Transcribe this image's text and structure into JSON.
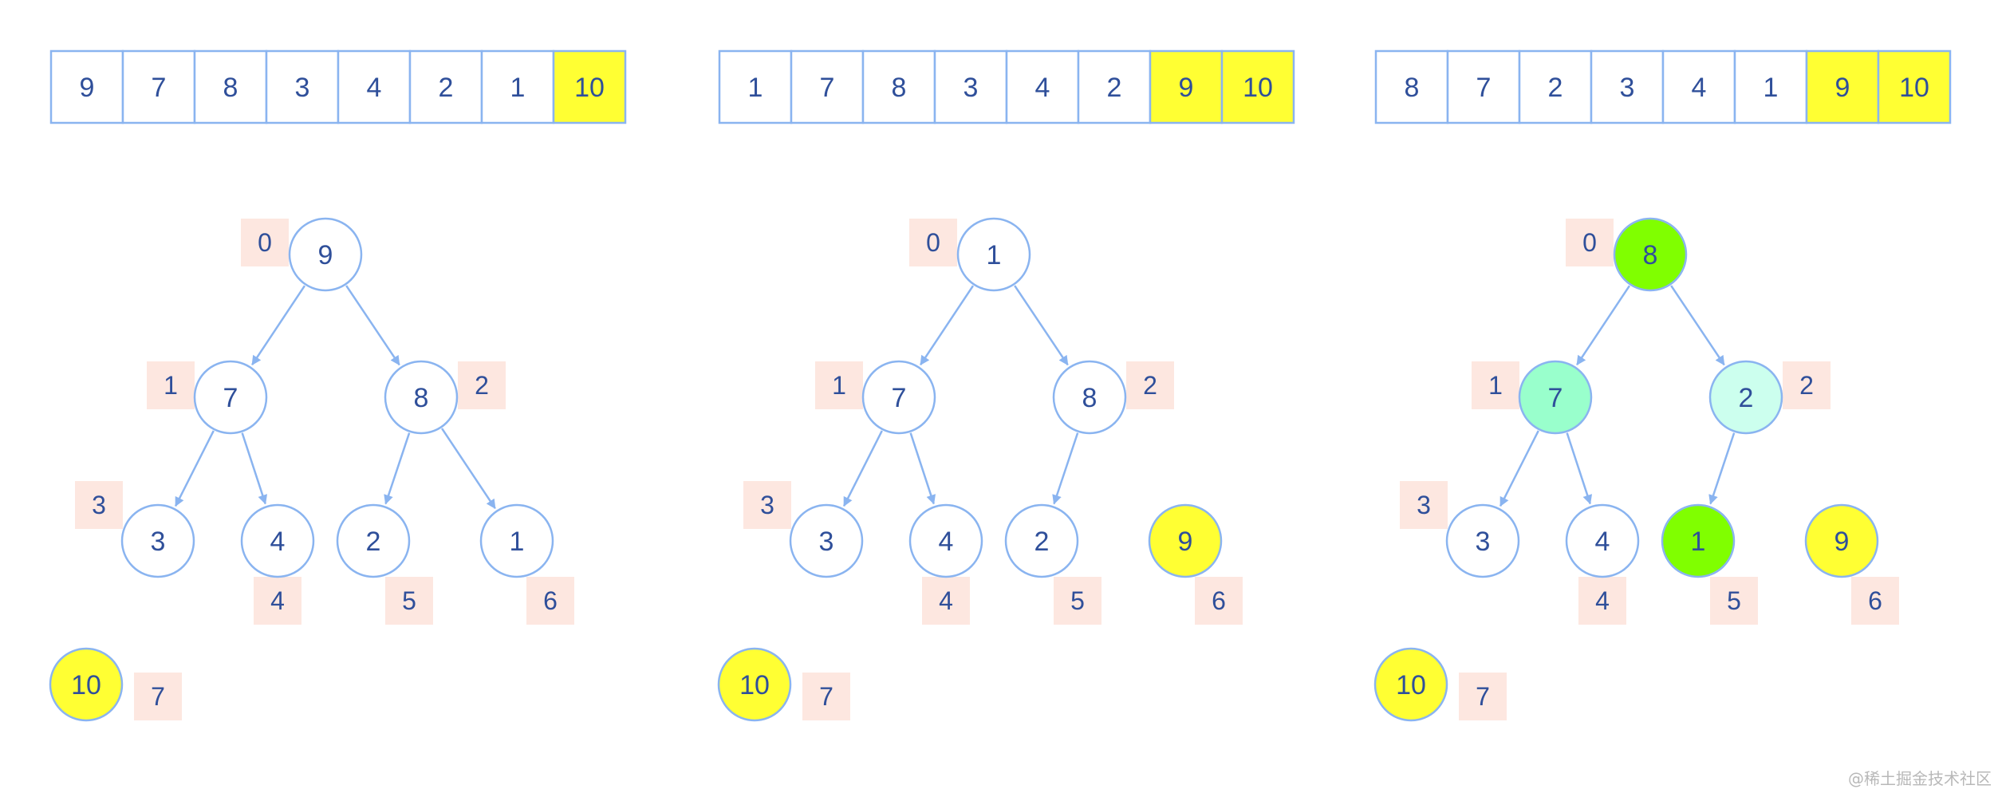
{
  "colors": {
    "border": "#8ab4f0",
    "text": "#2f4f9a",
    "highlight_yellow": "#ffff33",
    "highlight_green": "#80ff00",
    "highlight_mint": "#99ffcc",
    "highlight_light_mint": "#ccffee",
    "index_bg": "#fde7e0",
    "edge": "#8ab4f0"
  },
  "panels": [
    {
      "array": [
        {
          "value": "9",
          "fill": "none"
        },
        {
          "value": "7",
          "fill": "none"
        },
        {
          "value": "8",
          "fill": "none"
        },
        {
          "value": "3",
          "fill": "none"
        },
        {
          "value": "4",
          "fill": "none"
        },
        {
          "value": "2",
          "fill": "none"
        },
        {
          "value": "1",
          "fill": "none"
        },
        {
          "value": "10",
          "fill": "yellow"
        }
      ],
      "nodes": [
        {
          "value": "9",
          "index": "0",
          "fill": "none"
        },
        {
          "value": "7",
          "index": "1",
          "fill": "none"
        },
        {
          "value": "8",
          "index": "2",
          "fill": "none"
        },
        {
          "value": "3",
          "index": "3",
          "fill": "none"
        },
        {
          "value": "4",
          "index": "4",
          "fill": "none"
        },
        {
          "value": "2",
          "index": "5",
          "fill": "none"
        },
        {
          "value": "1",
          "index": "6",
          "fill": "none"
        },
        {
          "value": "10",
          "index": "7",
          "fill": "yellow"
        }
      ],
      "edges": [
        [
          0,
          1
        ],
        [
          0,
          2
        ],
        [
          1,
          3
        ],
        [
          1,
          4
        ],
        [
          2,
          5
        ],
        [
          2,
          6
        ]
      ]
    },
    {
      "array": [
        {
          "value": "1",
          "fill": "none"
        },
        {
          "value": "7",
          "fill": "none"
        },
        {
          "value": "8",
          "fill": "none"
        },
        {
          "value": "3",
          "fill": "none"
        },
        {
          "value": "4",
          "fill": "none"
        },
        {
          "value": "2",
          "fill": "none"
        },
        {
          "value": "9",
          "fill": "yellow"
        },
        {
          "value": "10",
          "fill": "yellow"
        }
      ],
      "nodes": [
        {
          "value": "1",
          "index": "0",
          "fill": "none"
        },
        {
          "value": "7",
          "index": "1",
          "fill": "none"
        },
        {
          "value": "8",
          "index": "2",
          "fill": "none"
        },
        {
          "value": "3",
          "index": "3",
          "fill": "none"
        },
        {
          "value": "4",
          "index": "4",
          "fill": "none"
        },
        {
          "value": "2",
          "index": "5",
          "fill": "none"
        },
        {
          "value": "9",
          "index": "6",
          "fill": "yellow"
        },
        {
          "value": "10",
          "index": "7",
          "fill": "yellow"
        }
      ],
      "edges": [
        [
          0,
          1
        ],
        [
          0,
          2
        ],
        [
          1,
          3
        ],
        [
          1,
          4
        ],
        [
          2,
          5
        ]
      ]
    },
    {
      "array": [
        {
          "value": "8",
          "fill": "none"
        },
        {
          "value": "7",
          "fill": "none"
        },
        {
          "value": "2",
          "fill": "none"
        },
        {
          "value": "3",
          "fill": "none"
        },
        {
          "value": "4",
          "fill": "none"
        },
        {
          "value": "1",
          "fill": "none"
        },
        {
          "value": "9",
          "fill": "yellow"
        },
        {
          "value": "10",
          "fill": "yellow"
        }
      ],
      "nodes": [
        {
          "value": "8",
          "index": "0",
          "fill": "green"
        },
        {
          "value": "7",
          "index": "1",
          "fill": "mint"
        },
        {
          "value": "2",
          "index": "2",
          "fill": "light_mint"
        },
        {
          "value": "3",
          "index": "3",
          "fill": "none"
        },
        {
          "value": "4",
          "index": "4",
          "fill": "none"
        },
        {
          "value": "1",
          "index": "5",
          "fill": "green"
        },
        {
          "value": "9",
          "index": "6",
          "fill": "yellow"
        },
        {
          "value": "10",
          "index": "7",
          "fill": "yellow"
        }
      ],
      "edges": [
        [
          0,
          1
        ],
        [
          0,
          2
        ],
        [
          1,
          3
        ],
        [
          1,
          4
        ],
        [
          2,
          5
        ]
      ]
    }
  ],
  "watermark": "@稀土掘金技术社区"
}
